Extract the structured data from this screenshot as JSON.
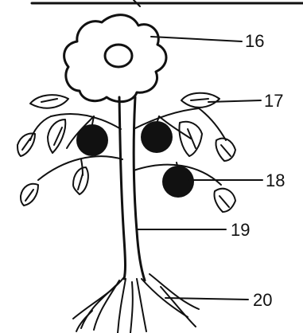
{
  "labels": [
    {
      "id": "flower",
      "text": "16"
    },
    {
      "id": "leaf",
      "text": "17"
    },
    {
      "id": "fruit",
      "text": "18"
    },
    {
      "id": "stem",
      "text": "19"
    },
    {
      "id": "root",
      "text": "20"
    }
  ],
  "colors": {
    "ink": "#111111",
    "background": "#ffffff"
  }
}
